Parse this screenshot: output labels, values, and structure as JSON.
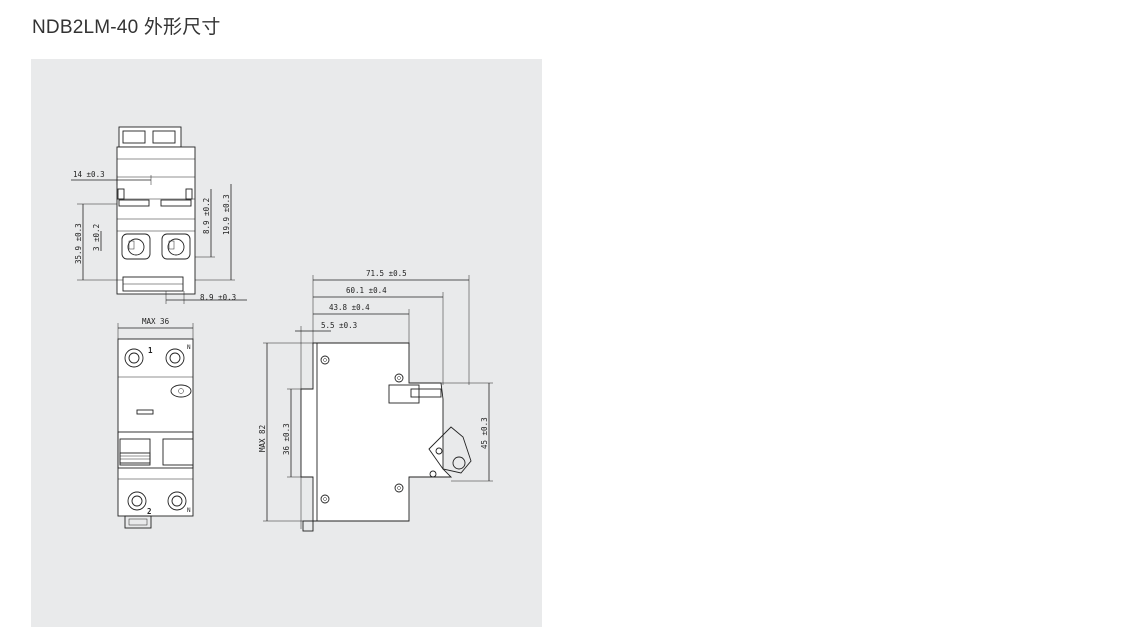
{
  "header": {
    "title": "NDB2LM-40 外形尺寸"
  },
  "drawing": {
    "top_view": {
      "dim_width_pole": "14 ±0.3",
      "dim_height_total": "35.9 ±0.3",
      "dim_3": "3 ±0.2",
      "dim_8_9_v": "8.9 ±0.2",
      "dim_19_9": "19.9 ±0.3",
      "dim_8_9_h": "8.9 ±0.3"
    },
    "front_view": {
      "dim_max_width": "MAX 36",
      "label_1": "1",
      "label_2": "2",
      "label_n_top": "N",
      "label_n_bottom": "N"
    },
    "side_view": {
      "dim_71_5": "71.5 ±0.5",
      "dim_60_1": "60.1 ±0.4",
      "dim_43_8": "43.8 ±0.4",
      "dim_5_5": "5.5 ±0.3",
      "dim_max_82": "MAX 82",
      "dim_36": "36 ±0.3",
      "dim_45": "45 ±0.3"
    }
  }
}
